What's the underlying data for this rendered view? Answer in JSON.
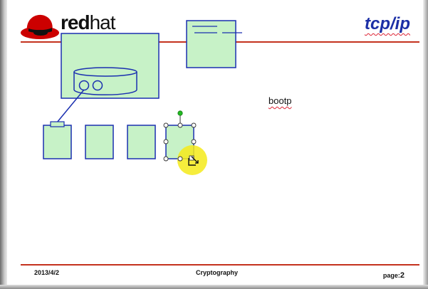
{
  "slide": {
    "title": "tcp/ip",
    "logo_text_red": "red",
    "logo_text_hat": "hat",
    "label_bootp": "bootp"
  },
  "footer": {
    "date": "2013/4/2",
    "center": "Cryptography",
    "page_label": "page:",
    "page_number": "2"
  },
  "colors": {
    "accent_red": "#c4321e",
    "title_blue": "#1c2fa6",
    "shape_fill": "#c7f2c7",
    "shape_stroke": "#1a2fb0",
    "cursor_highlight": "#f4ea1a"
  },
  "icons": [
    "redhat-logo-icon",
    "rotation-handle-icon",
    "resize-cursor-icon"
  ]
}
